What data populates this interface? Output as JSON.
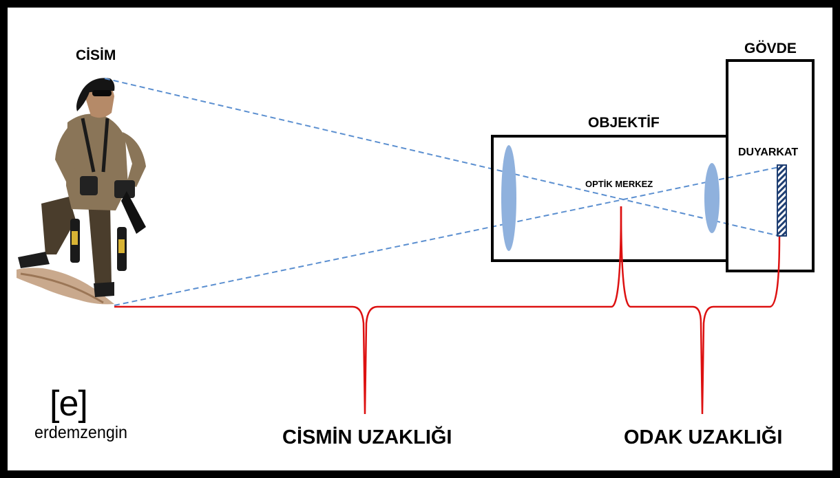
{
  "labels": {
    "subject": "CİSİM",
    "body": "GÖVDE",
    "lens": "OBJEKTİF",
    "sensor": "DUYARKAT",
    "optical_center": "OPTİK MERKEZ",
    "subject_distance": "CİSMİN UZAKLIĞI",
    "focal_distance": "ODAK UZAKLIĞI"
  },
  "logo": {
    "mark": "[e]",
    "name": "erdemzengin"
  },
  "colors": {
    "frame": "#000000",
    "background": "#ffffff",
    "ray": "#5b8fd0",
    "lens": "#8fb1dd",
    "brace": "#dd1111",
    "sensor_fill": "#1f3f73"
  },
  "icons": {
    "photographer": "photographer-figure",
    "logo": "erdemzengin-logo"
  }
}
